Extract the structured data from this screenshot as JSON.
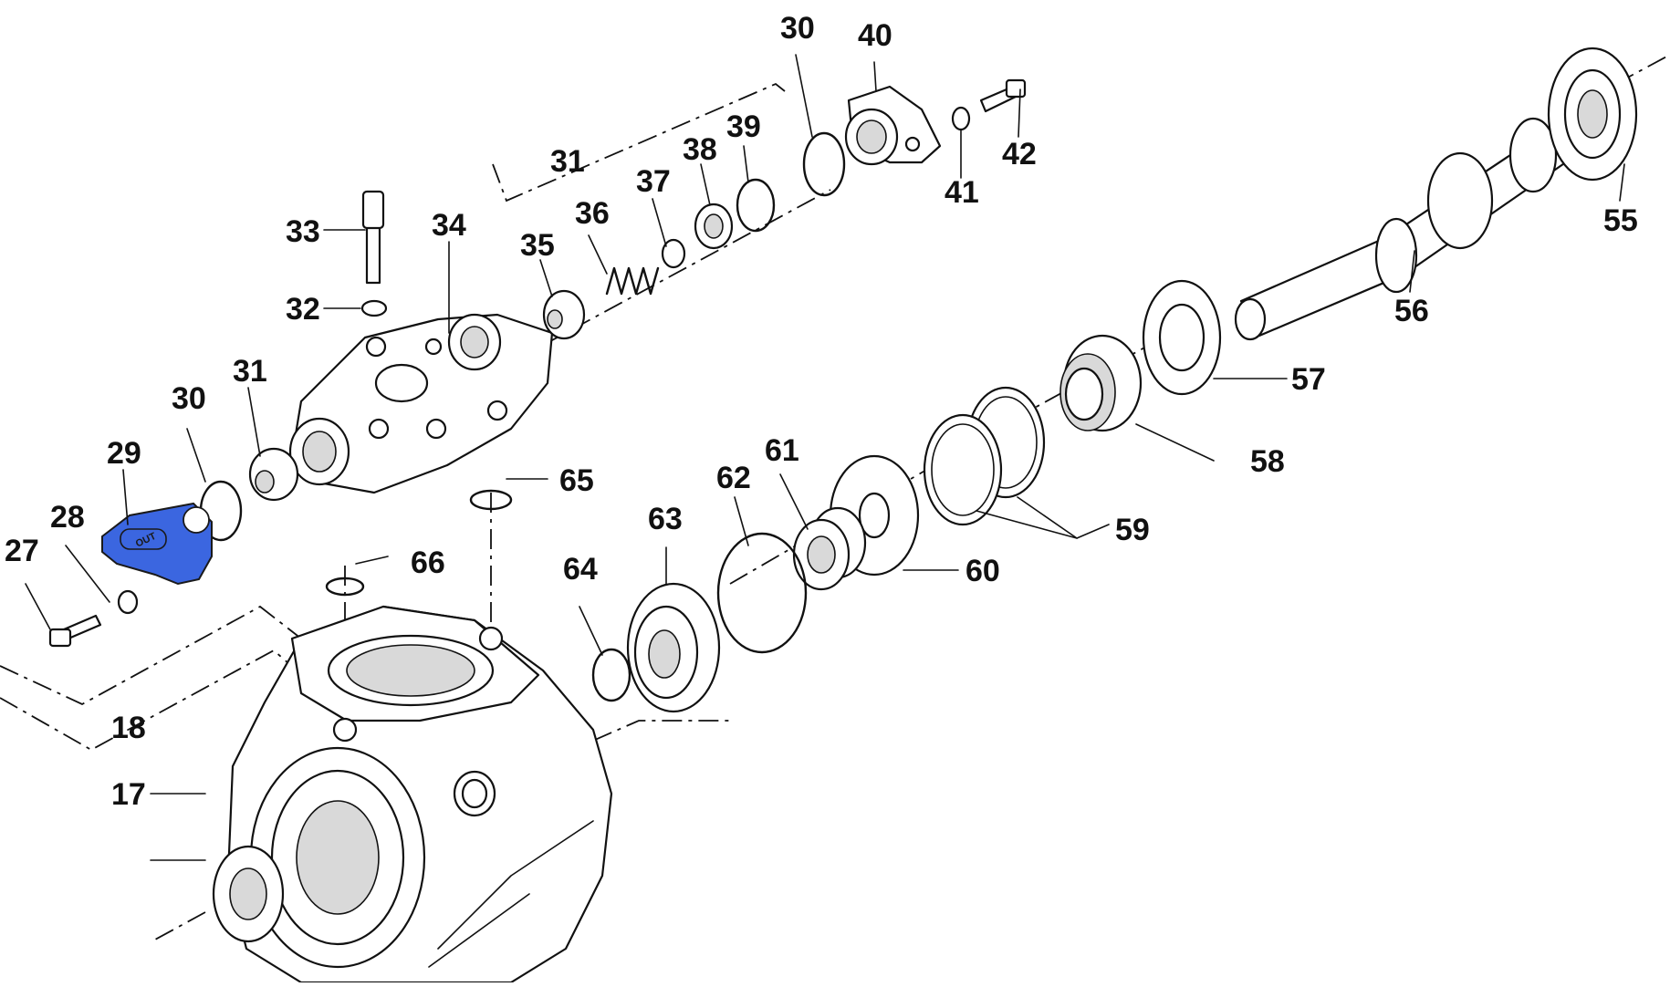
{
  "highlight_color": "#3b66e0",
  "part_labels": {
    "p17": "17",
    "p18": "18",
    "p27": "27",
    "p28": "28",
    "p29": "29",
    "p30a": "30",
    "p30b": "30",
    "p31a": "31",
    "p31b": "31",
    "p32": "32",
    "p33": "33",
    "p34": "34",
    "p35": "35",
    "p36": "36",
    "p37": "37",
    "p38": "38",
    "p39": "39",
    "p40": "40",
    "p41": "41",
    "p42": "42",
    "p55": "55",
    "p56": "56",
    "p57": "57",
    "p58": "58",
    "p59": "59",
    "p60": "60",
    "p61": "61",
    "p62": "62",
    "p63": "63",
    "p64": "64",
    "p65": "65",
    "p66": "66"
  },
  "highlighted_part_marking": "OUT"
}
